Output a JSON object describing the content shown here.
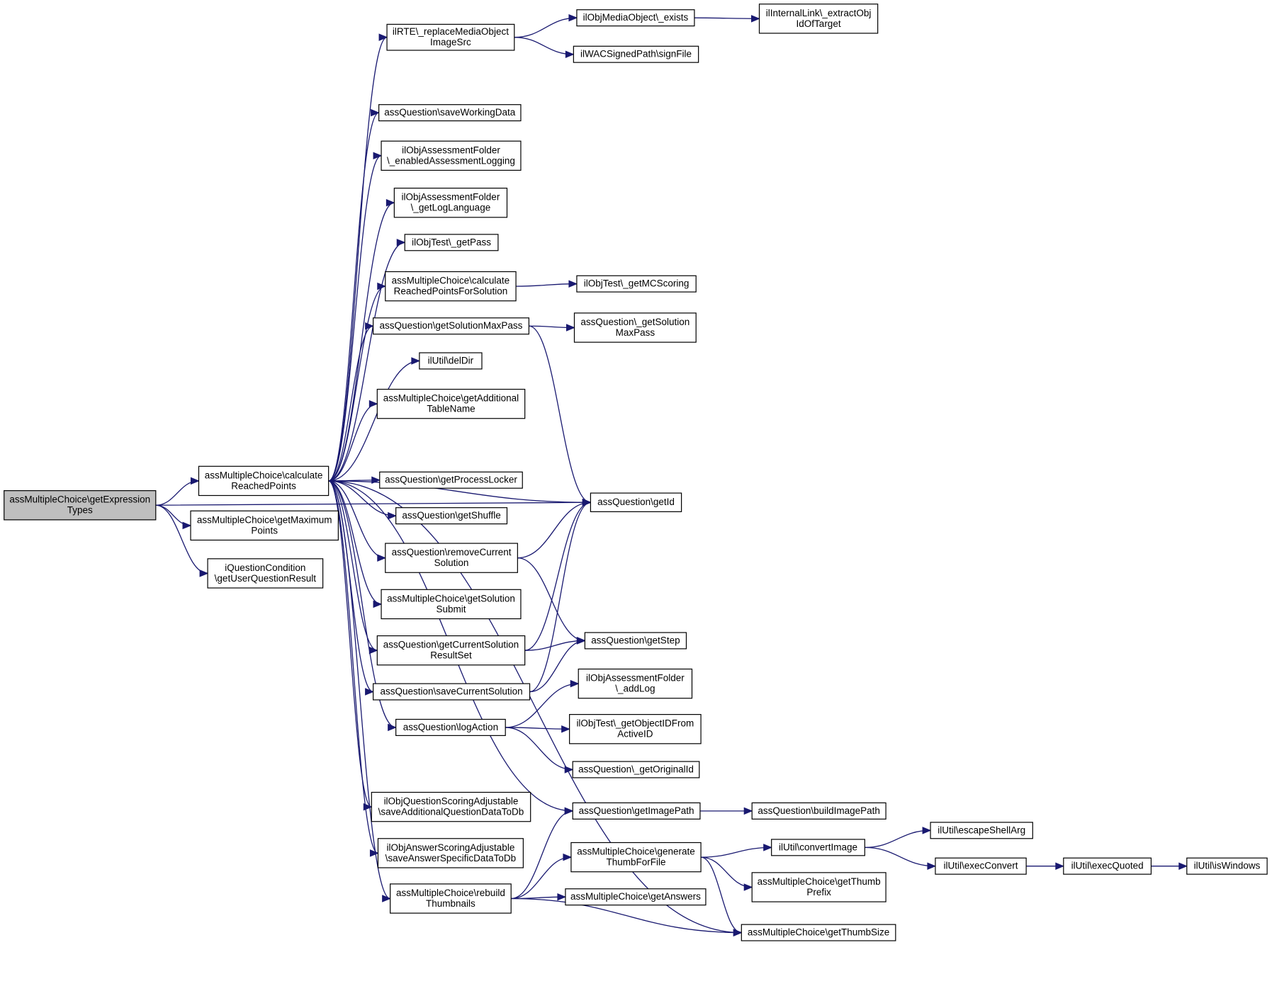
{
  "diagram": {
    "type": "call-graph",
    "nodes": [
      {
        "id": "root",
        "lines": [
          "assMultipleChoice\\getExpression",
          "Types"
        ]
      },
      {
        "id": "calc",
        "lines": [
          "assMultipleChoice\\calculate",
          "ReachedPoints"
        ]
      },
      {
        "id": "maxpts",
        "lines": [
          "assMultipleChoice\\getMaximum",
          "Points"
        ]
      },
      {
        "id": "qcond",
        "lines": [
          "iQuestionCondition",
          "\\getUserQuestionResult"
        ]
      },
      {
        "id": "rte",
        "lines": [
          "ilRTE\\_replaceMediaObject",
          "ImageSrc"
        ]
      },
      {
        "id": "mobexists",
        "lines": [
          "ilObjMediaObject\\_exists"
        ]
      },
      {
        "id": "intlink",
        "lines": [
          "ilInternalLink\\_extractObj",
          "IdOfTarget"
        ]
      },
      {
        "id": "wac",
        "lines": [
          "ilWACSignedPath\\signFile"
        ]
      },
      {
        "id": "savework",
        "lines": [
          "assQuestion\\saveWorkingData"
        ]
      },
      {
        "id": "aflog",
        "lines": [
          "ilObjAssessmentFolder",
          "\\_enabledAssessmentLogging"
        ]
      },
      {
        "id": "aflang",
        "lines": [
          "ilObjAssessmentFolder",
          "\\_getLogLanguage"
        ]
      },
      {
        "id": "getpass",
        "lines": [
          "ilObjTest\\_getPass"
        ]
      },
      {
        "id": "calcsol",
        "lines": [
          "assMultipleChoice\\calculate",
          "ReachedPointsForSolution"
        ]
      },
      {
        "id": "mcscoring",
        "lines": [
          "ilObjTest\\_getMCScoring"
        ]
      },
      {
        "id": "solmaxpass",
        "lines": [
          "assQuestion\\getSolutionMaxPass"
        ]
      },
      {
        "id": "_solmaxpass",
        "lines": [
          "assQuestion\\_getSolution",
          "MaxPass"
        ]
      },
      {
        "id": "deldir",
        "lines": [
          "ilUtil\\delDir"
        ]
      },
      {
        "id": "addtable",
        "lines": [
          "assMultipleChoice\\getAdditional",
          "TableName"
        ]
      },
      {
        "id": "proclock",
        "lines": [
          "assQuestion\\getProcessLocker"
        ]
      },
      {
        "id": "getid",
        "lines": [
          "assQuestion\\getId"
        ]
      },
      {
        "id": "shuffle",
        "lines": [
          "assQuestion\\getShuffle"
        ]
      },
      {
        "id": "removecur",
        "lines": [
          "assQuestion\\removeCurrent",
          "Solution"
        ]
      },
      {
        "id": "solsubmit",
        "lines": [
          "assMultipleChoice\\getSolution",
          "Submit"
        ]
      },
      {
        "id": "cursolrs",
        "lines": [
          "assQuestion\\getCurrentSolution",
          "ResultSet"
        ]
      },
      {
        "id": "getstep",
        "lines": [
          "assQuestion\\getStep"
        ]
      },
      {
        "id": "savecur",
        "lines": [
          "assQuestion\\saveCurrentSolution"
        ]
      },
      {
        "id": "afaddlog",
        "lines": [
          "ilObjAssessmentFolder",
          "\\_addLog"
        ]
      },
      {
        "id": "logaction",
        "lines": [
          "assQuestion\\logAction"
        ]
      },
      {
        "id": "objidfrom",
        "lines": [
          "ilObjTest\\_getObjectIDFrom",
          "ActiveID"
        ]
      },
      {
        "id": "origid",
        "lines": [
          "assQuestion\\_getOriginalId"
        ]
      },
      {
        "id": "qscoring",
        "lines": [
          "ilObjQuestionScoringAdjustable",
          "\\saveAdditionalQuestionDataToDb"
        ]
      },
      {
        "id": "imgpath",
        "lines": [
          "assQuestion\\getImagePath"
        ]
      },
      {
        "id": "buildimg",
        "lines": [
          "assQuestion\\buildImagePath"
        ]
      },
      {
        "id": "ascoring",
        "lines": [
          "ilObjAnswerScoringAdjustable",
          "\\saveAnswerSpecificDataToDb"
        ]
      },
      {
        "id": "genthumb",
        "lines": [
          "assMultipleChoice\\generate",
          "ThumbForFile"
        ]
      },
      {
        "id": "convimg",
        "lines": [
          "ilUtil\\convertImage"
        ]
      },
      {
        "id": "escshell",
        "lines": [
          "ilUtil\\escapeShellArg"
        ]
      },
      {
        "id": "execconv",
        "lines": [
          "ilUtil\\execConvert"
        ]
      },
      {
        "id": "execquoted",
        "lines": [
          "ilUtil\\execQuoted"
        ]
      },
      {
        "id": "iswin",
        "lines": [
          "ilUtil\\isWindows"
        ]
      },
      {
        "id": "thumbprefix",
        "lines": [
          "assMultipleChoice\\getThumb",
          "Prefix"
        ]
      },
      {
        "id": "rebuild",
        "lines": [
          "assMultipleChoice\\rebuild",
          "Thumbnails"
        ]
      },
      {
        "id": "answers",
        "lines": [
          "assMultipleChoice\\getAnswers"
        ]
      },
      {
        "id": "thumbsize",
        "lines": [
          "assMultipleChoice\\getThumbSize"
        ]
      }
    ],
    "edges": [
      [
        "root",
        "calc"
      ],
      [
        "root",
        "maxpts"
      ],
      [
        "root",
        "qcond"
      ],
      [
        "root",
        "getid"
      ],
      [
        "calc",
        "rte"
      ],
      [
        "calc",
        "savework"
      ],
      [
        "calc",
        "aflog"
      ],
      [
        "calc",
        "aflang"
      ],
      [
        "calc",
        "getpass"
      ],
      [
        "calc",
        "calcsol"
      ],
      [
        "calc",
        "solmaxpass"
      ],
      [
        "calc",
        "deldir"
      ],
      [
        "calc",
        "addtable"
      ],
      [
        "calc",
        "proclock"
      ],
      [
        "calc",
        "getid"
      ],
      [
        "calc",
        "shuffle"
      ],
      [
        "calc",
        "removecur"
      ],
      [
        "calc",
        "solsubmit"
      ],
      [
        "calc",
        "cursolrs"
      ],
      [
        "calc",
        "savecur"
      ],
      [
        "calc",
        "logaction"
      ],
      [
        "calc",
        "qscoring"
      ],
      [
        "calc",
        "imgpath"
      ],
      [
        "calc",
        "ascoring"
      ],
      [
        "calc",
        "rebuild"
      ],
      [
        "calc",
        "thumbsize"
      ],
      [
        "rte",
        "mobexists"
      ],
      [
        "rte",
        "wac"
      ],
      [
        "mobexists",
        "intlink"
      ],
      [
        "calcsol",
        "mcscoring"
      ],
      [
        "solmaxpass",
        "_solmaxpass"
      ],
      [
        "solmaxpass",
        "getid"
      ],
      [
        "removecur",
        "getid"
      ],
      [
        "removecur",
        "getstep"
      ],
      [
        "cursolrs",
        "getid"
      ],
      [
        "cursolrs",
        "getstep"
      ],
      [
        "savecur",
        "getid"
      ],
      [
        "savecur",
        "getstep"
      ],
      [
        "logaction",
        "afaddlog"
      ],
      [
        "logaction",
        "objidfrom"
      ],
      [
        "logaction",
        "origid"
      ],
      [
        "imgpath",
        "buildimg"
      ],
      [
        "rebuild",
        "imgpath"
      ],
      [
        "rebuild",
        "genthumb"
      ],
      [
        "rebuild",
        "answers"
      ],
      [
        "rebuild",
        "thumbsize"
      ],
      [
        "genthumb",
        "convimg"
      ],
      [
        "genthumb",
        "thumbprefix"
      ],
      [
        "genthumb",
        "thumbsize"
      ],
      [
        "convimg",
        "escshell"
      ],
      [
        "convimg",
        "execconv"
      ],
      [
        "execconv",
        "execquoted"
      ],
      [
        "execquoted",
        "iswin"
      ]
    ]
  },
  "colors": {
    "edge": "#191970",
    "root_fill": "#bfbfbf",
    "node_fill": "#ffffff",
    "node_border": "#000000"
  }
}
